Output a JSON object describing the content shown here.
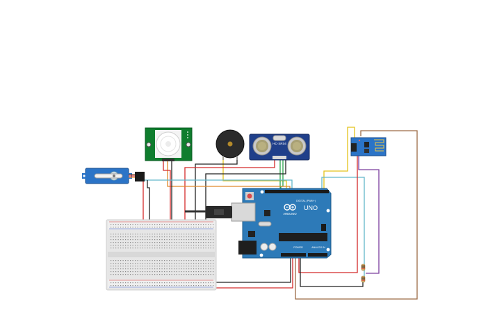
{
  "arduino": {
    "brand": "ARDUINO",
    "model": "UNO",
    "digital_label": "DIGITAL (PWM~)",
    "power_label": "POWER",
    "analog_label": "ANALOG IN",
    "brand_color": "#2d7ab8"
  },
  "ultrasonic": {
    "label": "HC-SR04",
    "color": "#1f3f8a"
  },
  "pir": {
    "color": "#0f7d2e"
  },
  "servo": {
    "color": "#2b74c7"
  },
  "wifi_module": {
    "color": "#2b74c7"
  },
  "breadboard": {
    "color": "#e6e6e6"
  },
  "wire_colors": {
    "red": "#d42a2a",
    "black": "#222222",
    "yellow": "#e3c21a",
    "orange": "#e0892a",
    "green": "#2aa24a",
    "cyan": "#62b7c9",
    "purple": "#7b3d9e",
    "brown": "#9c6a44"
  }
}
